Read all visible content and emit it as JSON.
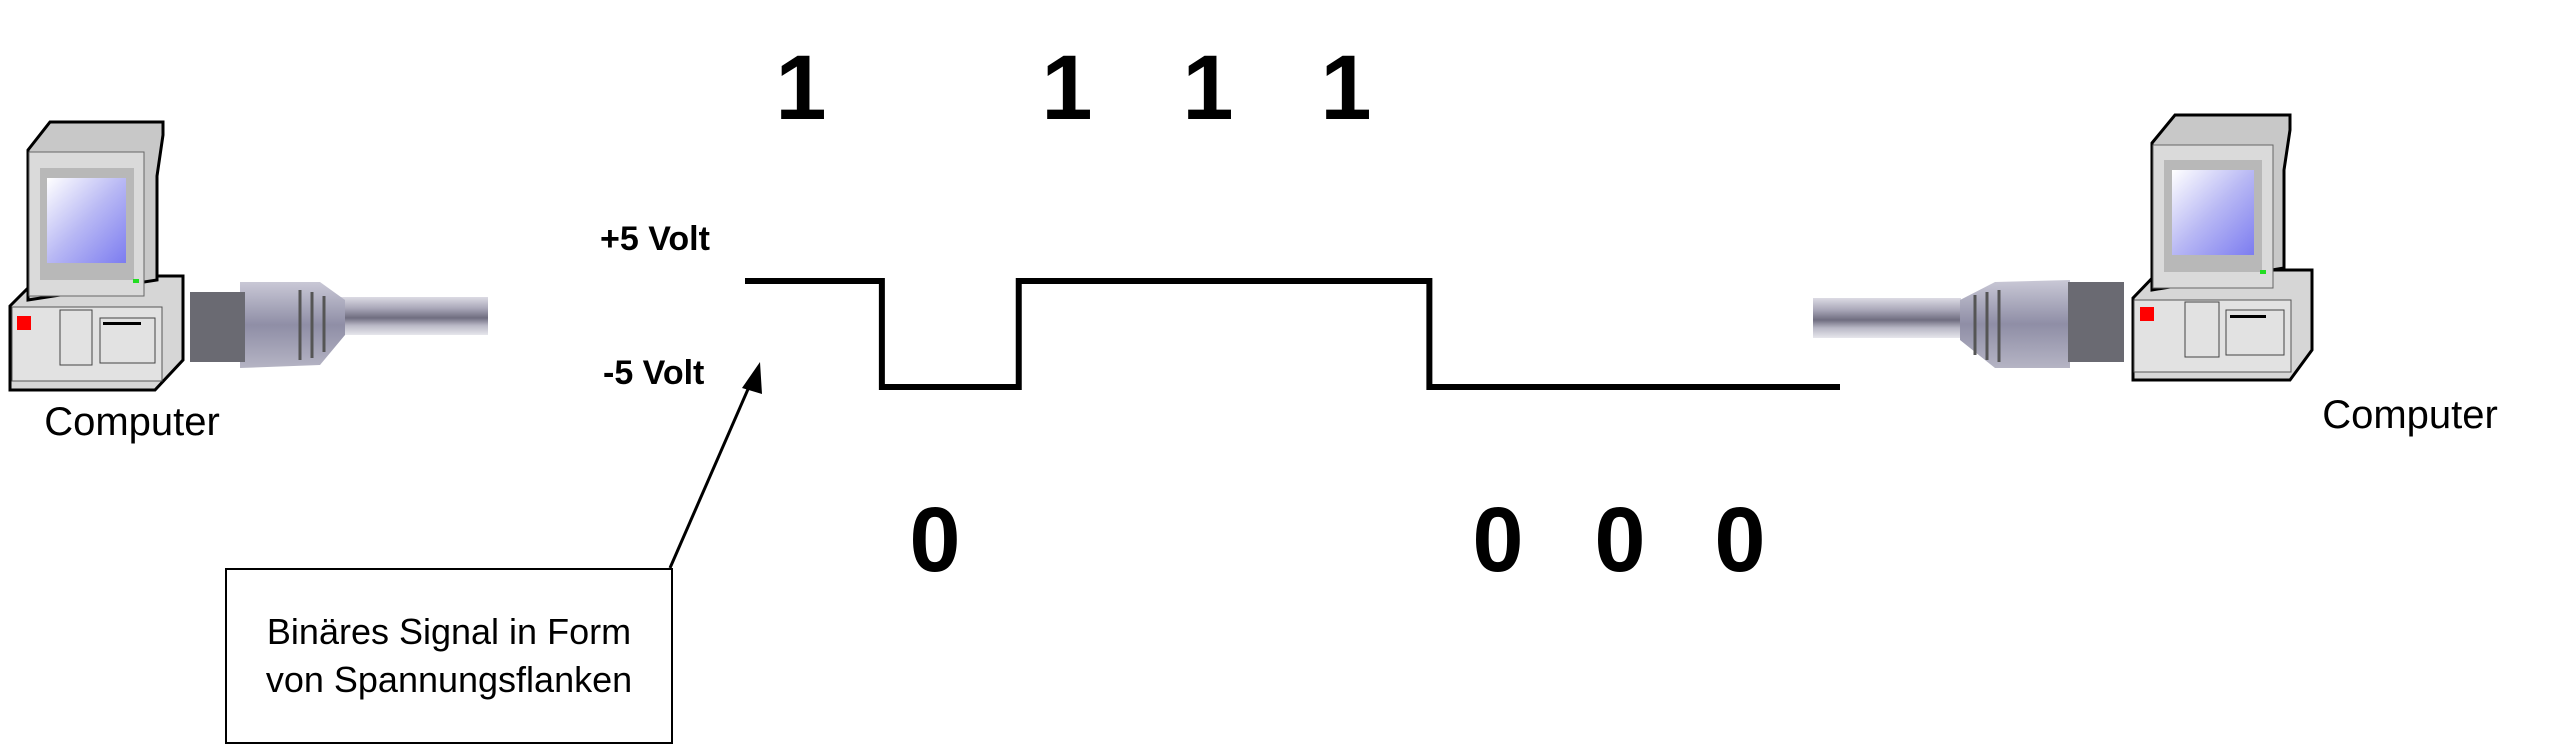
{
  "left_computer": {
    "label": "Computer"
  },
  "right_computer": {
    "label": "Computer"
  },
  "voltage": {
    "high": "+5 Volt",
    "low": "-5 Volt"
  },
  "signal": {
    "bits_top": [
      "1",
      "1",
      "1",
      "1"
    ],
    "bits_bottom": [
      "0",
      "0",
      "0",
      "0"
    ],
    "sequence": [
      1,
      0,
      1,
      1,
      1,
      0,
      0,
      0
    ]
  },
  "callout": {
    "line1": "Binäres Signal in Form",
    "line2": "von Spannungsflanken"
  },
  "colors": {
    "screen": "#8c8cf0",
    "case": "#d9d9d9",
    "led_red": "#ff0000",
    "led_green": "#22dd22",
    "cable": "#a8a6b4"
  }
}
